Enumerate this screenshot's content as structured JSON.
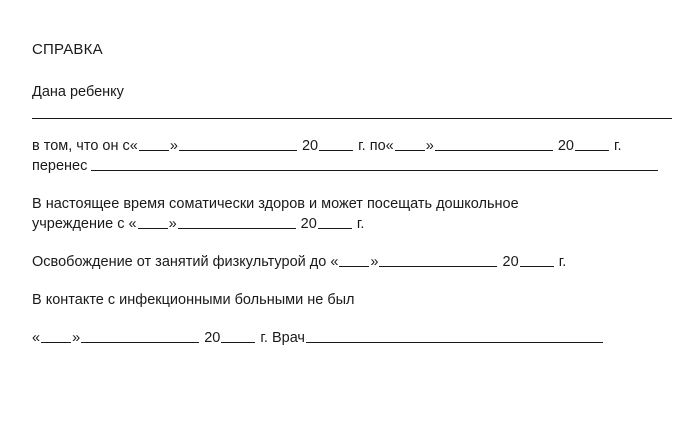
{
  "document": {
    "title": "СПРАВКА",
    "given_to_label": "Дана ребенку",
    "line_reason": {
      "prefix": "в том, что он с",
      "quote_open": "«",
      "quote_close": "»",
      "year_prefix_1": "20",
      "year_suffix_1": "г.",
      "middle": "по",
      "year_prefix_2": "20",
      "year_suffix_2": "г."
    },
    "line_illness_label": "перенес",
    "paragraph_health": {
      "text_line_1": "В настоящее время соматически здоров и может посещать дошкольное",
      "text_line_2_prefix": "учреждение с",
      "quote_open": "«",
      "quote_close": "»",
      "year_prefix": "20",
      "year_suffix": "г."
    },
    "paragraph_pe": {
      "prefix": "Освобождение от занятий физкультурой до",
      "quote_open": "«",
      "quote_close": "»",
      "year_prefix": "20",
      "year_suffix": "г."
    },
    "paragraph_contact": "В контакте с инфекционными больными не был",
    "signature_line": {
      "quote_open": "«",
      "quote_close": "»",
      "year_prefix": "20",
      "year_suffix": "г.",
      "doctor_label": "Врач"
    }
  },
  "style": {
    "ink_color": "#1a1a1a",
    "paper_color": "#ffffff"
  }
}
